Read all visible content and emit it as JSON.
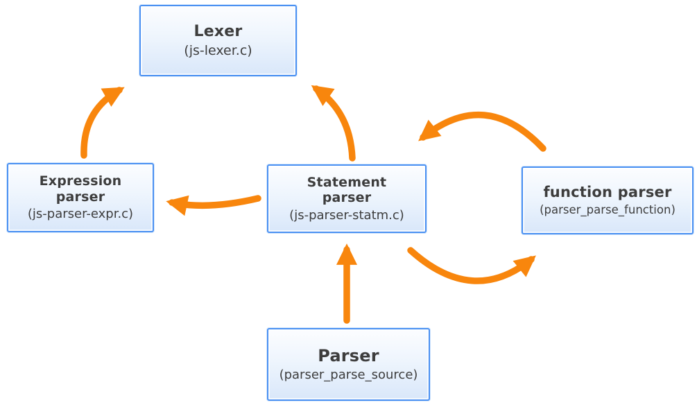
{
  "diagram": {
    "colors": {
      "box_border": "#4a90f2",
      "box_fill_top": "#fcfdff",
      "box_fill_bottom": "#d9e7fa",
      "arrow": "#f8860d",
      "text": "#3d3d3d",
      "background": "#ffffff"
    },
    "nodes": [
      {
        "id": "lexer",
        "title": "Lexer",
        "subtitle": "(js-lexer.c)"
      },
      {
        "id": "expression-parser",
        "title": "Expression parser",
        "subtitle": "(js-parser-expr.c)"
      },
      {
        "id": "statement-parser",
        "title": "Statement parser",
        "subtitle": "(js-parser-statm.c)"
      },
      {
        "id": "function-parser",
        "title": "function parser",
        "subtitle": "(parser_parse_function)"
      },
      {
        "id": "parser",
        "title": "Parser",
        "subtitle": "(parser_parse_source)"
      }
    ],
    "edges": [
      {
        "from": "expression-parser",
        "to": "lexer"
      },
      {
        "from": "statement-parser",
        "to": "lexer"
      },
      {
        "from": "statement-parser",
        "to": "expression-parser"
      },
      {
        "from": "parser",
        "to": "statement-parser"
      },
      {
        "from": "function-parser",
        "to": "statement-parser"
      },
      {
        "from": "statement-parser",
        "to": "function-parser"
      }
    ]
  }
}
